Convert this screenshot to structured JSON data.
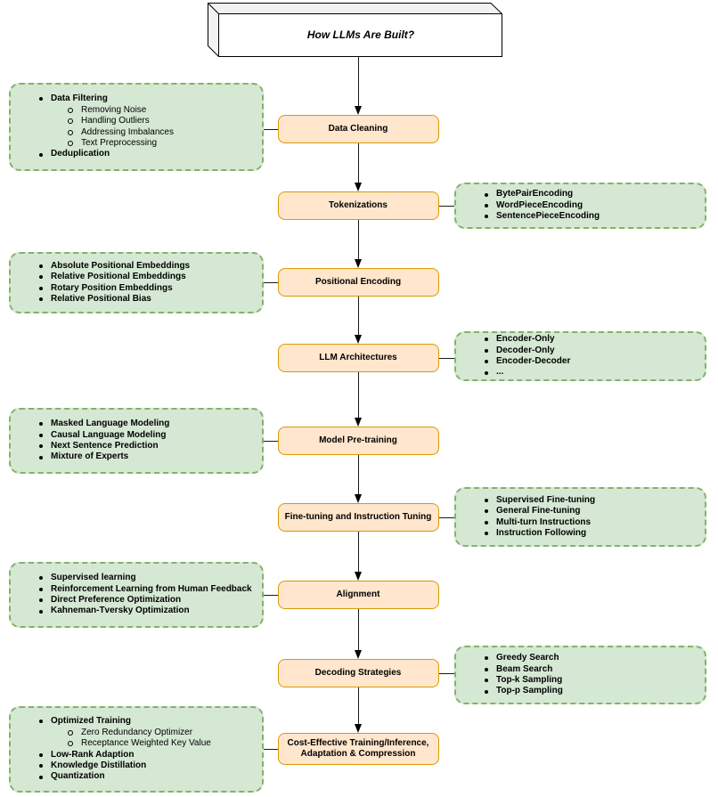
{
  "title": "How LLMs Are Built?",
  "colors": {
    "stage_fill": "#FFE6CC",
    "stage_border": "#D79B00",
    "panel_fill": "#D5E8D4",
    "panel_border": "#82B366",
    "line": "#000000",
    "text": "#000000"
  },
  "stages": [
    {
      "id": "data-cleaning",
      "label": "Data Cleaning",
      "panel_side": "left",
      "panel_items": [
        {
          "text": "Data Filtering",
          "level": 0
        },
        {
          "text": "Removing Noise",
          "level": 1
        },
        {
          "text": "Handling Outliers",
          "level": 1
        },
        {
          "text": "Addressing Imbalances",
          "level": 1
        },
        {
          "text": "Text Preprocessing",
          "level": 1
        },
        {
          "text": "Deduplication",
          "level": 0
        }
      ]
    },
    {
      "id": "tokenizations",
      "label": "Tokenizations",
      "panel_side": "right",
      "panel_items": [
        {
          "text": "BytePairEncoding",
          "level": 0
        },
        {
          "text": "WordPieceEncoding",
          "level": 0
        },
        {
          "text": "SentencePieceEncoding",
          "level": 0
        }
      ]
    },
    {
      "id": "positional-encoding",
      "label": "Positional Encoding",
      "panel_side": "left",
      "panel_items": [
        {
          "text": "Absolute Positional Embeddings",
          "level": 0
        },
        {
          "text": "Relative Positional Embeddings",
          "level": 0
        },
        {
          "text": "Rotary Position Embeddings",
          "level": 0
        },
        {
          "text": "Relative Positional Bias",
          "level": 0
        }
      ]
    },
    {
      "id": "llm-architectures",
      "label": "LLM Architectures",
      "panel_side": "right",
      "panel_items": [
        {
          "text": "Encoder-Only",
          "level": 0
        },
        {
          "text": "Decoder-Only",
          "level": 0
        },
        {
          "text": "Encoder-Decoder",
          "level": 0
        },
        {
          "text": "...",
          "level": 0
        }
      ]
    },
    {
      "id": "model-pre-training",
      "label": "Model Pre-training",
      "panel_side": "left",
      "panel_items": [
        {
          "text": "Masked Language Modeling",
          "level": 0
        },
        {
          "text": "Causal Language Modeling",
          "level": 0
        },
        {
          "text": "Next Sentence Prediction",
          "level": 0
        },
        {
          "text": "Mixture of Experts",
          "level": 0
        }
      ]
    },
    {
      "id": "fine-tuning",
      "label": "Fine-tuning and Instruction Tuning",
      "panel_side": "right",
      "panel_items": [
        {
          "text": "Supervised Fine-tuning",
          "level": 0
        },
        {
          "text": "General Fine-tuning",
          "level": 0
        },
        {
          "text": "Multi-turn Instructions",
          "level": 0
        },
        {
          "text": "Instruction Following",
          "level": 0
        }
      ]
    },
    {
      "id": "alignment",
      "label": "Alignment",
      "panel_side": "left",
      "panel_items": [
        {
          "text": "Supervised learning",
          "level": 0
        },
        {
          "text": "Reinforcement Learning from Human Feedback",
          "level": 0
        },
        {
          "text": "Direct Preference Optimization",
          "level": 0
        },
        {
          "text": "Kahneman-Tversky Optimization",
          "level": 0
        }
      ]
    },
    {
      "id": "decoding-strategies",
      "label": "Decoding Strategies",
      "panel_side": "right",
      "panel_items": [
        {
          "text": "Greedy Search",
          "level": 0
        },
        {
          "text": "Beam Search",
          "level": 0
        },
        {
          "text": "Top-k Sampling",
          "level": 0
        },
        {
          "text": "Top-p Sampling",
          "level": 0
        }
      ]
    },
    {
      "id": "cost-effective",
      "label": "Cost-Effective Training/Inference,\nAdaptation & Compression",
      "panel_side": "left",
      "panel_items": [
        {
          "text": "Optimized Training",
          "level": 0
        },
        {
          "text": "Zero Redundancy Optimizer",
          "level": 1
        },
        {
          "text": "Receptance Weighted Key Value",
          "level": 1
        },
        {
          "text": "Low-Rank Adaption",
          "level": 0
        },
        {
          "text": "Knowledge Distillation",
          "level": 0
        },
        {
          "text": "Quantization",
          "level": 0
        }
      ]
    }
  ]
}
